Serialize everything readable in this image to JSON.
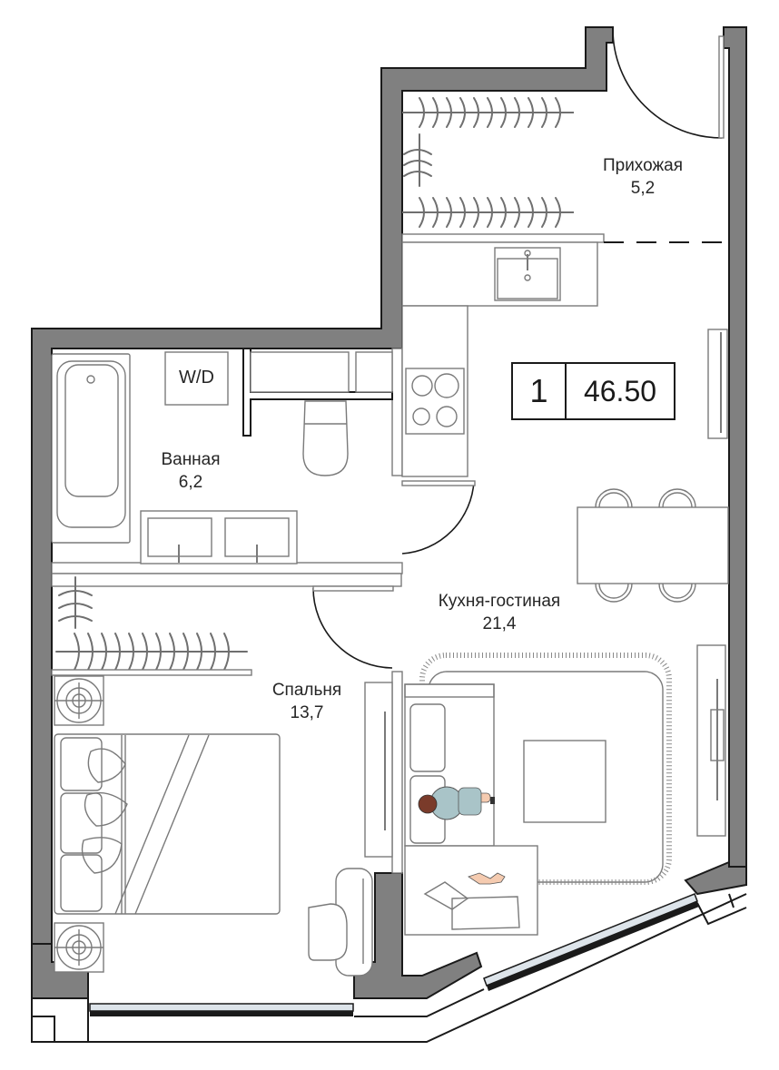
{
  "plan": {
    "badge": {
      "rooms": "1",
      "total_area": "46.50"
    },
    "rooms": [
      {
        "id": "hallway",
        "name": "Прихожая",
        "area": "5,2"
      },
      {
        "id": "bathroom",
        "name": "Ванная",
        "area": "6,2"
      },
      {
        "id": "kitchen-living",
        "name": "Кухня-гостиная",
        "area": "21,4"
      },
      {
        "id": "bedroom",
        "name": "Спальня",
        "area": "13,7"
      }
    ],
    "fixtures": {
      "washer_dryer": "W/D"
    },
    "colors": {
      "wall": "#808080",
      "outline": "#1a1a1a",
      "furniture": "#7a7a7a",
      "glass": "#dde4ea",
      "skin": "#f5cbb0",
      "shirt": "#a9c4c8",
      "hair": "#7a3b2a"
    }
  }
}
